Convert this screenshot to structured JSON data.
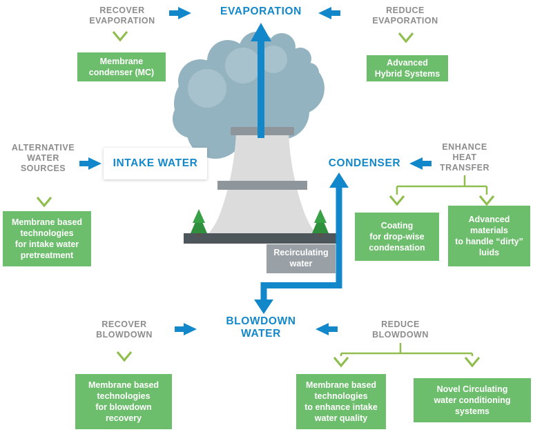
{
  "colors": {
    "node_blue": "#1287C9",
    "label_gray": "#8C8C8C",
    "box_green": "#6CBE6C",
    "arrow_green": "#8FBE4F",
    "tower_gray": "#DCDCDC",
    "base_dark": "#4D575B",
    "steam_teal": "#93B3C0"
  },
  "nodes": {
    "evaporation": "EVAPORATION",
    "intake_water": "INTAKE WATER",
    "condenser": "CONDENSER",
    "blowdown_water": "BLOWDOWN\nWATER",
    "recirculating_water": "Recirculating\nwater"
  },
  "labels": {
    "recover_evaporation": "RECOVER\nEVAPORATION",
    "reduce_evaporation": "REDUCE\nEVAPORATION",
    "alternative_water_sources": "ALTERNATIVE\nWATER\nSOURCES",
    "enhance_heat_transfer": "ENHANCE\nHEAT\nTRANSFER",
    "recover_blowdown": "RECOVER\nBLOWDOWN",
    "reduce_blowdown": "REDUCE\nBLOWDOWN"
  },
  "technology_boxes": {
    "membrane_condenser": "Membrane\ncondenser (MC)",
    "advanced_hybrid_systems": "Advanced\nHybrid Systems",
    "membrane_intake_pretreatment": "Membrane based\ntechnologies\nfor intake  water\npretreatment",
    "coating_dropwise": "Coating\nfor drop-wise\ncondensation",
    "advanced_materials_dirty_fluids": "Advanced\nmaterials\nto handle “dirty”\nluids",
    "membrane_blowdown_recovery": "Membrane based\ntechnologies\nfor blowdown\nrecovery",
    "membrane_intake_quality": "Membrane based\ntechnologies\nto enhance intake\nwater quality",
    "novel_circulating_systems": "Novel Circulating\nwater conditioning\nsystems"
  }
}
